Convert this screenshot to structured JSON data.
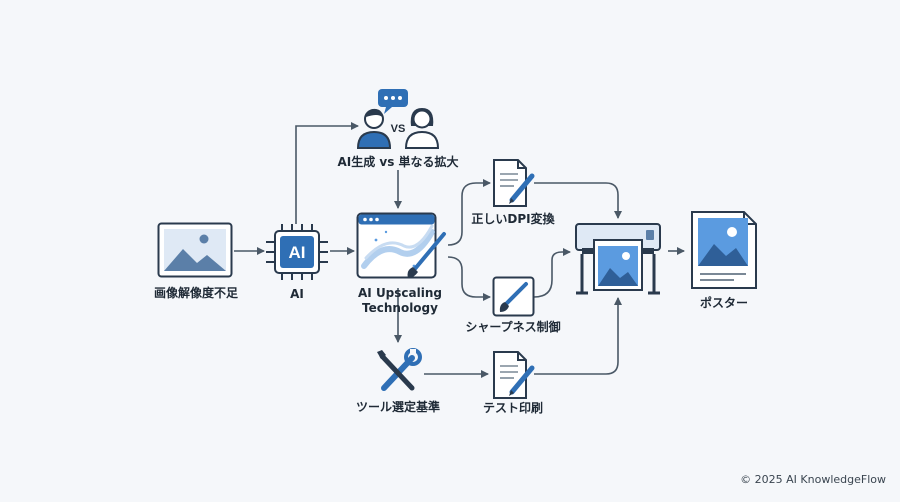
{
  "nodes": {
    "source_image": {
      "label": "画像解像度不足",
      "icon": "image-icon"
    },
    "ai_chip": {
      "label": "AI",
      "chip_text": "AI",
      "icon": "ai-chip-icon"
    },
    "comparison": {
      "label": "AI生成 vs 単なる拡大",
      "vs_text": "VS",
      "icon": "people-chat-icon"
    },
    "upscaling": {
      "label_line1": "AI Upscaling",
      "label_line2": "Technology",
      "icon": "paint-brush-window-icon"
    },
    "dpi": {
      "label": "正しいDPI変換",
      "icon": "document-pen-icon"
    },
    "sharpness": {
      "label": "シャープネス制御",
      "icon": "brush-icon"
    },
    "tool_selection": {
      "label": "ツール選定基準",
      "icon": "wrench-screwdriver-icon"
    },
    "test_print": {
      "label": "テスト印刷",
      "icon": "document-pen-icon"
    },
    "printer": {
      "icon": "large-format-printer-icon"
    },
    "poster": {
      "label": "ポスター",
      "icon": "poster-icon"
    }
  },
  "colors": {
    "line": "#4a5866",
    "accent": "#2f6fb5",
    "accent_light": "#5b9be0",
    "stroke": "#2a3a4d",
    "fill_light": "#dfe9f5"
  },
  "footer": {
    "copyright": "© 2025 AI KnowledgeFlow"
  }
}
